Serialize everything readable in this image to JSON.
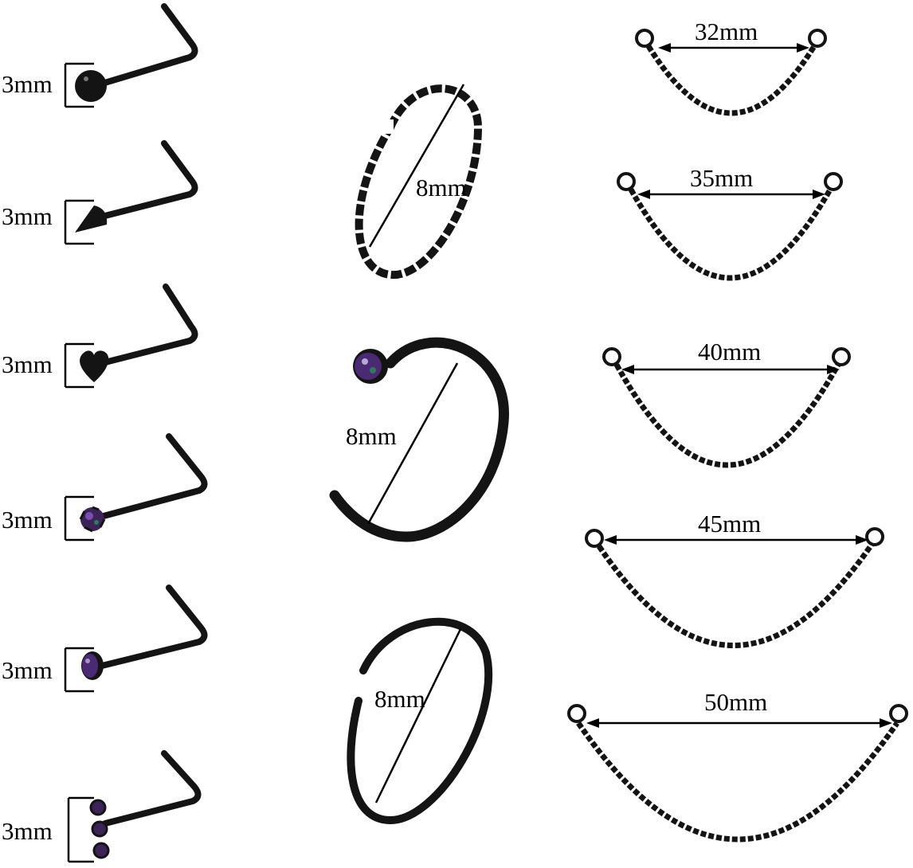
{
  "colors": {
    "metal": "#141414",
    "background": "#ffffff",
    "gem": "#5b2d86"
  },
  "studs": [
    {
      "label": "3mm",
      "type": "ball"
    },
    {
      "label": "3mm",
      "type": "spike"
    },
    {
      "label": "3mm",
      "type": "heart"
    },
    {
      "label": "3mm",
      "type": "prong-gem"
    },
    {
      "label": "3mm",
      "type": "bezel-gem"
    },
    {
      "label": "3mm",
      "type": "triple-gem"
    }
  ],
  "rings": [
    {
      "label": "8mm",
      "type": "twisted-hoop"
    },
    {
      "label": "8mm",
      "type": "gem-hoop"
    },
    {
      "label": "8mm",
      "type": "plain-hoop"
    }
  ],
  "chains": [
    {
      "label": "32mm"
    },
    {
      "label": "35mm"
    },
    {
      "label": "40mm"
    },
    {
      "label": "45mm"
    },
    {
      "label": "50mm"
    }
  ]
}
